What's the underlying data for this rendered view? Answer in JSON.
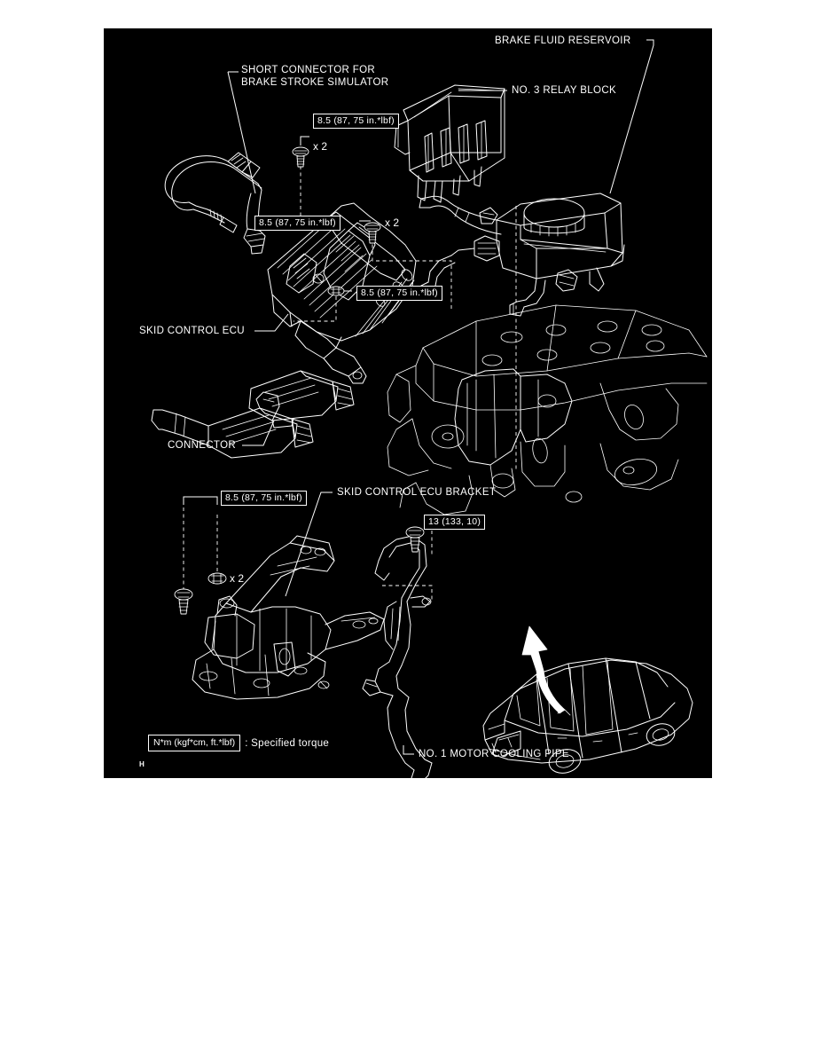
{
  "document": {
    "type": "service-manual-exploded-view",
    "corner_mark": "H",
    "background_color": "#ffffff",
    "panel_color": "#000000",
    "line_color": "#ffffff"
  },
  "legend": {
    "box_text": "N*m (kgf*cm, ft.*lbf)",
    "description": ": Specified torque"
  },
  "callouts": [
    {
      "id": "short-connector",
      "label_line_1": "SHORT CONNECTOR FOR",
      "label_line_2": "BRAKE STROKE SIMULATOR"
    },
    {
      "id": "brake-fluid-reservoir",
      "label": "BRAKE FLUID RESERVOIR"
    },
    {
      "id": "no-3-relay-block",
      "label": "NO. 3 RELAY BLOCK"
    },
    {
      "id": "skid-control-ecu",
      "label": "SKID CONTROL ECU"
    },
    {
      "id": "connector",
      "label": "CONNECTOR"
    },
    {
      "id": "skid-control-ecu-bracket",
      "label": "SKID CONTROL ECU BRACKET"
    },
    {
      "id": "no-1-motor-cooling-pipe",
      "label": "NO. 1 MOTOR COOLING PIPE"
    }
  ],
  "torque_specs": [
    {
      "id": "ecu-upper-bolts",
      "value": "8.5 (87, 75 in.*lbf)",
      "quantity": "x 2"
    },
    {
      "id": "reservoir-bolts",
      "value": "8.5 (87, 75 in.*lbf)",
      "quantity": "x 2"
    },
    {
      "id": "ecu-nut",
      "value": "8.5 (87, 75 in.*lbf)",
      "quantity": ""
    },
    {
      "id": "bracket-nuts",
      "value": "8.5 (87, 75 in.*lbf)",
      "quantity": "x 2"
    },
    {
      "id": "cooling-pipe-bolt",
      "value": "13 (133, 10)",
      "quantity": ""
    }
  ]
}
